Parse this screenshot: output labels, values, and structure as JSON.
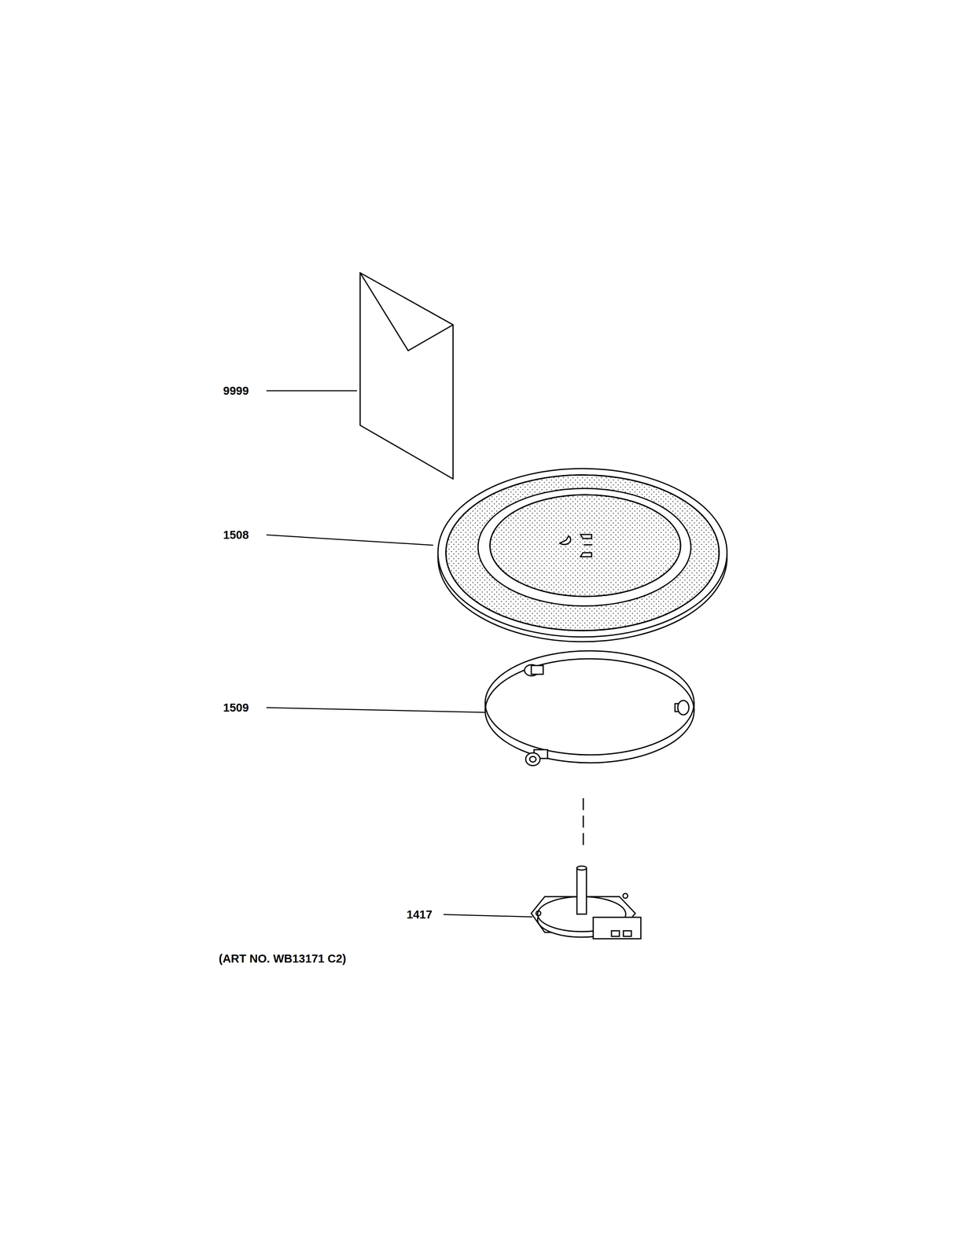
{
  "diagram": {
    "labels": [
      "9999",
      "1508",
      "1509",
      "1417",
      "(ART NO. WB13171 C2)"
    ]
  }
}
